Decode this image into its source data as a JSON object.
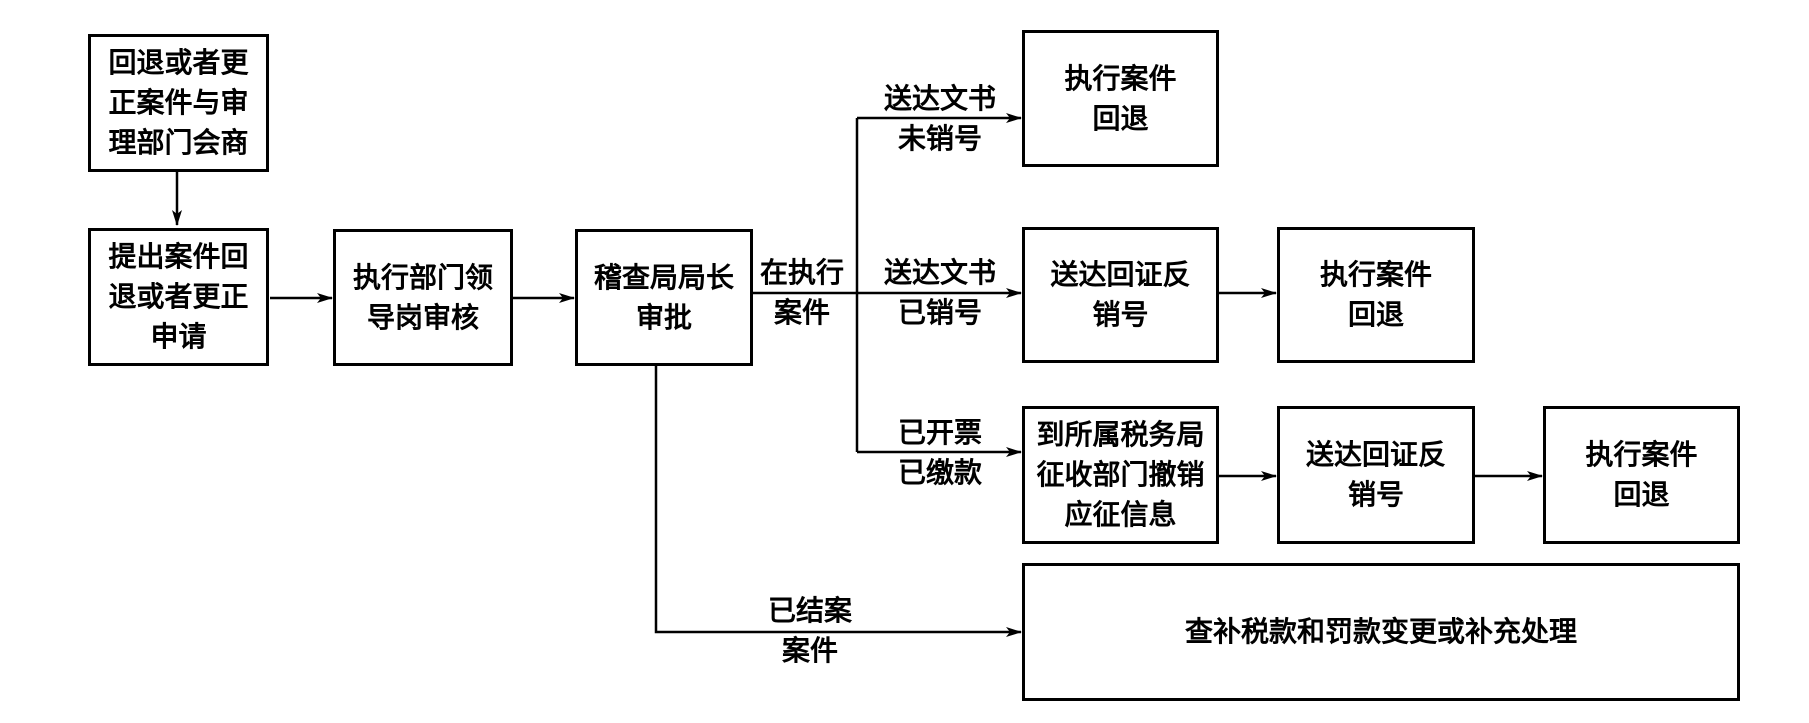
{
  "nodes": {
    "consult": "回退或者更\n正案件与审\n理部门会商",
    "request": "提出案件回\n退或者更正\n申请",
    "exec_review": "执行部门领\n导岗审核",
    "director": "稽查局局长\n审批",
    "rollback_a": "执行案件\n回退",
    "reverse_b": "送达回证反\n销号",
    "rollback_b": "执行案件\n回退",
    "revoke_c": "到所属税务局\n征收部门撤销\n应征信息",
    "reverse_c": "送达回证反\n销号",
    "rollback_c": "执行案件\n回退",
    "closed": "查补税款和罚款变更或补充处理"
  },
  "edges": {
    "in_execution": "在执行\n案件",
    "not_cancelled": "送达文书\n未销号",
    "cancelled": "送达文书\n已销号",
    "invoiced_paid": "已开票\n已缴款",
    "closed_case": "已结案\n案件"
  }
}
